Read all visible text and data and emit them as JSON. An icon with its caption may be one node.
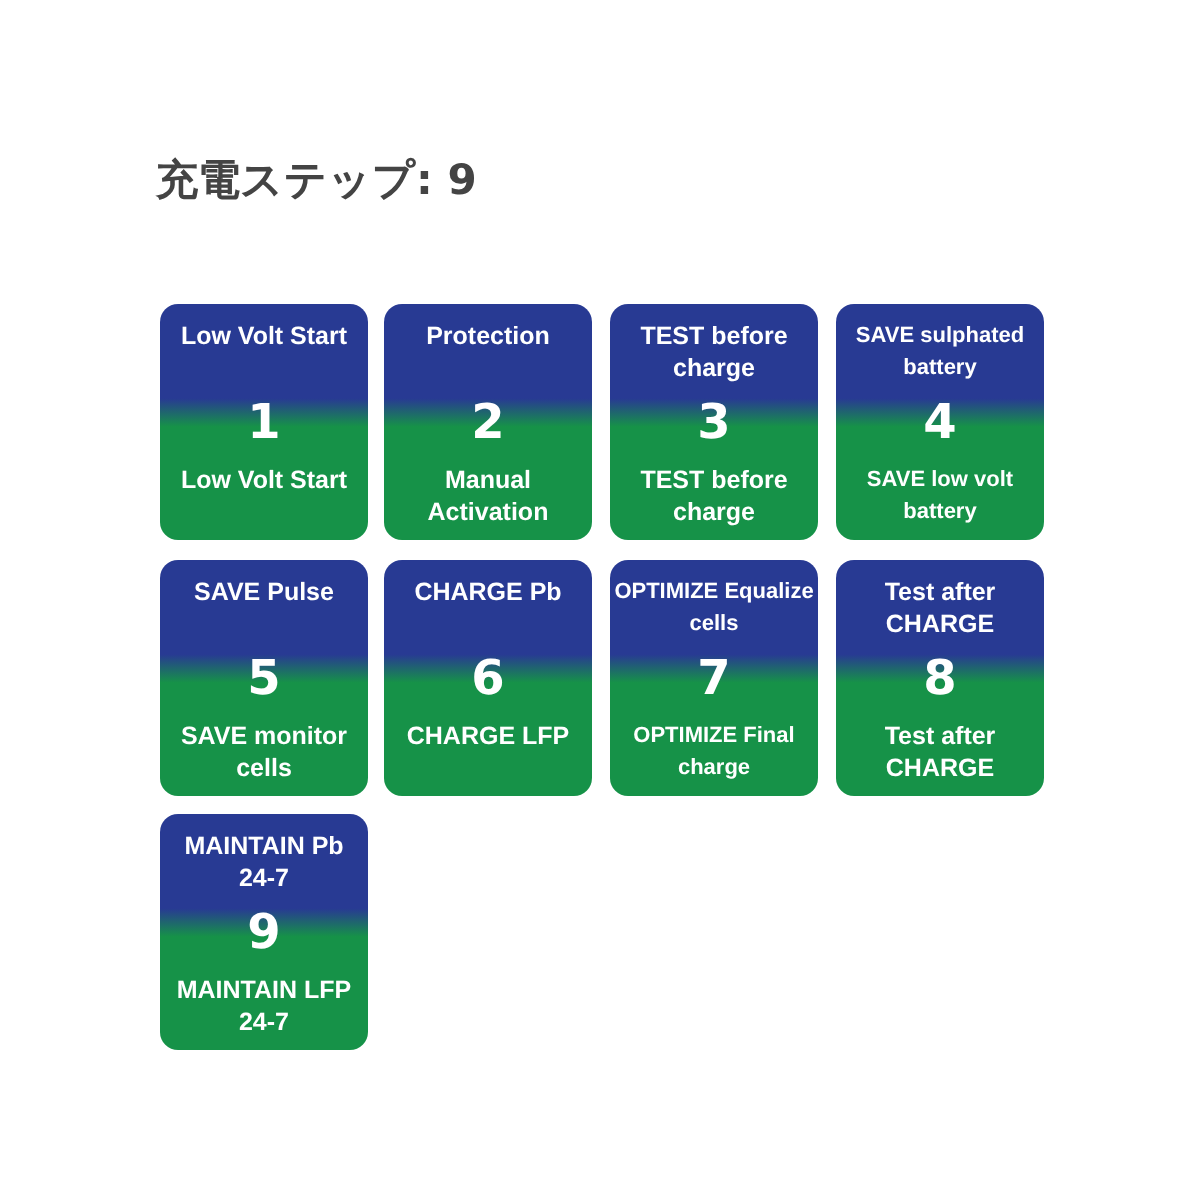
{
  "diagram": {
    "title": "充電ステップ: 9",
    "nodes": [
      {
        "text": [
          "Low Volt Start",
          "1",
          "Low Volt Start"
        ]
      },
      {
        "text": [
          "Protection",
          "2",
          "Manual Activation"
        ]
      },
      {
        "text": [
          "TEST before charge",
          "3",
          "TEST before charge"
        ]
      },
      {
        "text": [
          "SAVE sulphated battery",
          "4",
          "SAVE low volt battery"
        ]
      },
      {
        "text": [
          "SAVE Pulse",
          "5",
          "SAVE monitor cells"
        ]
      },
      {
        "text": [
          "CHARGE Pb",
          "6",
          "CHARGE LFP"
        ]
      },
      {
        "text": [
          "OPTIMIZE Equalize cells",
          "7",
          "OPTIMIZE Final charge"
        ]
      },
      {
        "text": [
          "Test after CHARGE",
          "8",
          "Test after CHARGE"
        ]
      },
      {
        "text": [
          "MAINTAIN Pb 24-7",
          "9",
          "MAINTAIN LFP 24-7"
        ]
      }
    ]
  }
}
